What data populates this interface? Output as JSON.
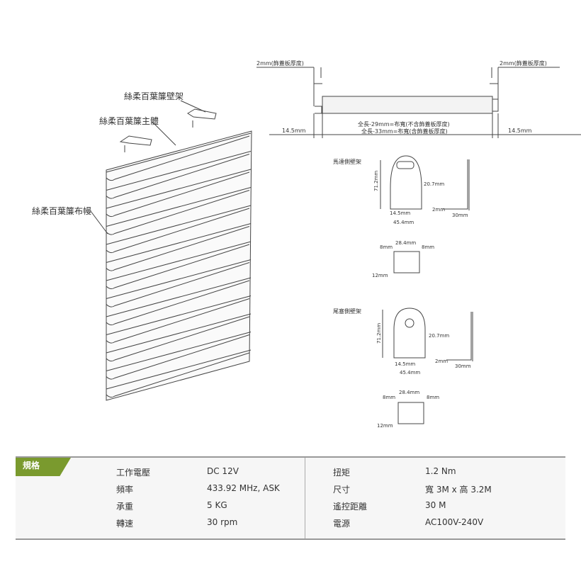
{
  "labels": {
    "wall_bracket": "絲柔百葉簾壁架",
    "main_body": "絲柔百葉簾主體",
    "fabric": "絲柔百葉簾布幔"
  },
  "top_dims": {
    "left_thickness": "2mm(飾蓋板厚度)",
    "right_thickness": "2mm(飾蓋板厚度)",
    "left_offset": "14.5mm",
    "right_offset": "14.5mm",
    "width_excl": "全長-29mm=布寬(不含飾蓋板厚度)",
    "width_incl": "全長-33mm=布寬(含飾蓋板厚度)"
  },
  "motor_bracket": {
    "title": "馬達側壁架",
    "height": "71.2mm",
    "d1": "20.7mm",
    "d2": "14.5mm",
    "d3": "45.4mm",
    "d4": "2mm",
    "d5": "30mm",
    "b1": "28.4mm",
    "b2": "8mm",
    "b3": "8mm",
    "b4": "12mm"
  },
  "end_bracket": {
    "title": "尾塞側壁架",
    "height": "71.2mm",
    "d1": "20.7mm",
    "d2": "14.5mm",
    "d3": "45.4mm",
    "d4": "2mm",
    "d5": "30mm",
    "b1": "28.4mm",
    "b2": "8mm",
    "b3": "8mm",
    "b4": "12mm"
  },
  "spec": {
    "title": "規格",
    "left": [
      {
        "k": "工作電壓",
        "v": "DC 12V"
      },
      {
        "k": "頻率",
        "v": "433.92 MHz, ASK"
      },
      {
        "k": "承重",
        "v": "5 KG"
      },
      {
        "k": "轉速",
        "v": "30 rpm"
      }
    ],
    "right": [
      {
        "k": "扭矩",
        "v": "1.2 Nm"
      },
      {
        "k": "尺寸",
        "v": "寬 3M x 高 3.2M"
      },
      {
        "k": "遙控距離",
        "v": "30 M"
      },
      {
        "k": "電源",
        "v": "AC100V-240V"
      }
    ]
  },
  "colors": {
    "accent": "#7a9a2e"
  }
}
